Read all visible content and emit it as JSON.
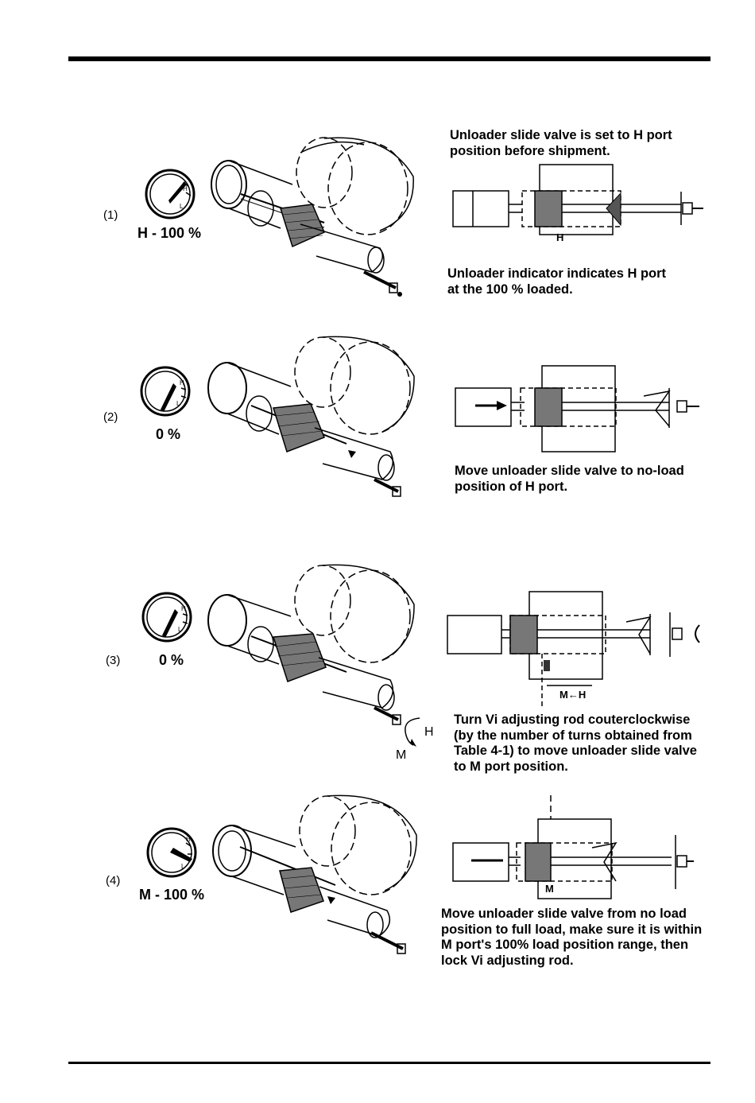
{
  "steps": [
    {
      "number": "(1)",
      "gauge_label": "H - 100 %",
      "note_top": [
        "Unloader slide valve is set to H port",
        "position before shipment."
      ],
      "note_bottom": [
        "Unloader indicator indicates H port",
        "at the 100 % loaded."
      ],
      "port_label": "H"
    },
    {
      "number": "(2)",
      "gauge_label": "0 %",
      "note_bottom": [
        "Move unloader slide valve to no-load",
        "position of H port."
      ]
    },
    {
      "number": "(3)",
      "gauge_label": "0 %",
      "port_label": "M←H",
      "rotation_labels": [
        "H",
        "M"
      ],
      "note_bottom": [
        "Turn Vi adjusting rod couterclockwise",
        "(by the number of turns obtained from",
        "Table 4-1) to move unloader slide valve",
        "to M port position."
      ]
    },
    {
      "number": "(4)",
      "gauge_label": "M - 100 %",
      "port_label": "M",
      "note_bottom": [
        "Move unloader slide valve from no load",
        "position to full load, make sure it is within",
        "M port's 100% load position range, then",
        "lock Vi adjusting rod."
      ]
    }
  ],
  "gauge_marks": "H L"
}
